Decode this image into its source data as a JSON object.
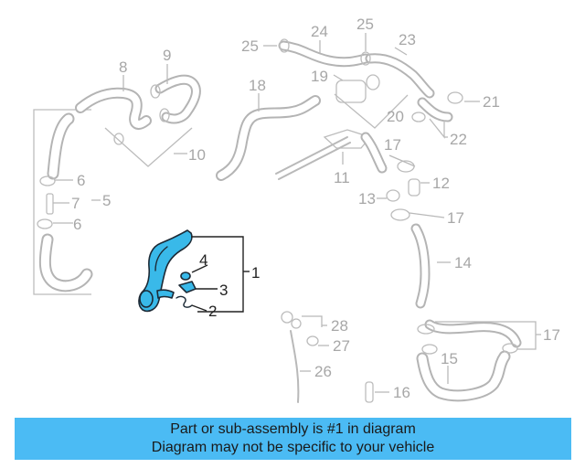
{
  "callouts": {
    "n1": "1",
    "n2": "2",
    "n3": "3",
    "n4": "4",
    "n5": "5",
    "n6a": "6",
    "n6b": "6",
    "n7": "7",
    "n8": "8",
    "n9": "9",
    "n10": "10",
    "n11": "11",
    "n12": "12",
    "n13": "13",
    "n14": "14",
    "n15": "15",
    "n16": "16",
    "n17a": "17",
    "n17b": "17",
    "n17c": "17",
    "n18": "18",
    "n19": "19",
    "n20": "20",
    "n21": "21",
    "n22": "22",
    "n23": "23",
    "n24": "24",
    "n25a": "25",
    "n25b": "25",
    "n26": "26",
    "n27": "27",
    "n28": "28"
  },
  "colors": {
    "highlight": "#39b9e9",
    "banner": "#4bbbf4",
    "ghost": "#b9b9b9"
  },
  "banner": {
    "line1": "Part or sub-assembly is #1 in diagram",
    "line2": "Diagram may not be specific to your vehicle"
  }
}
